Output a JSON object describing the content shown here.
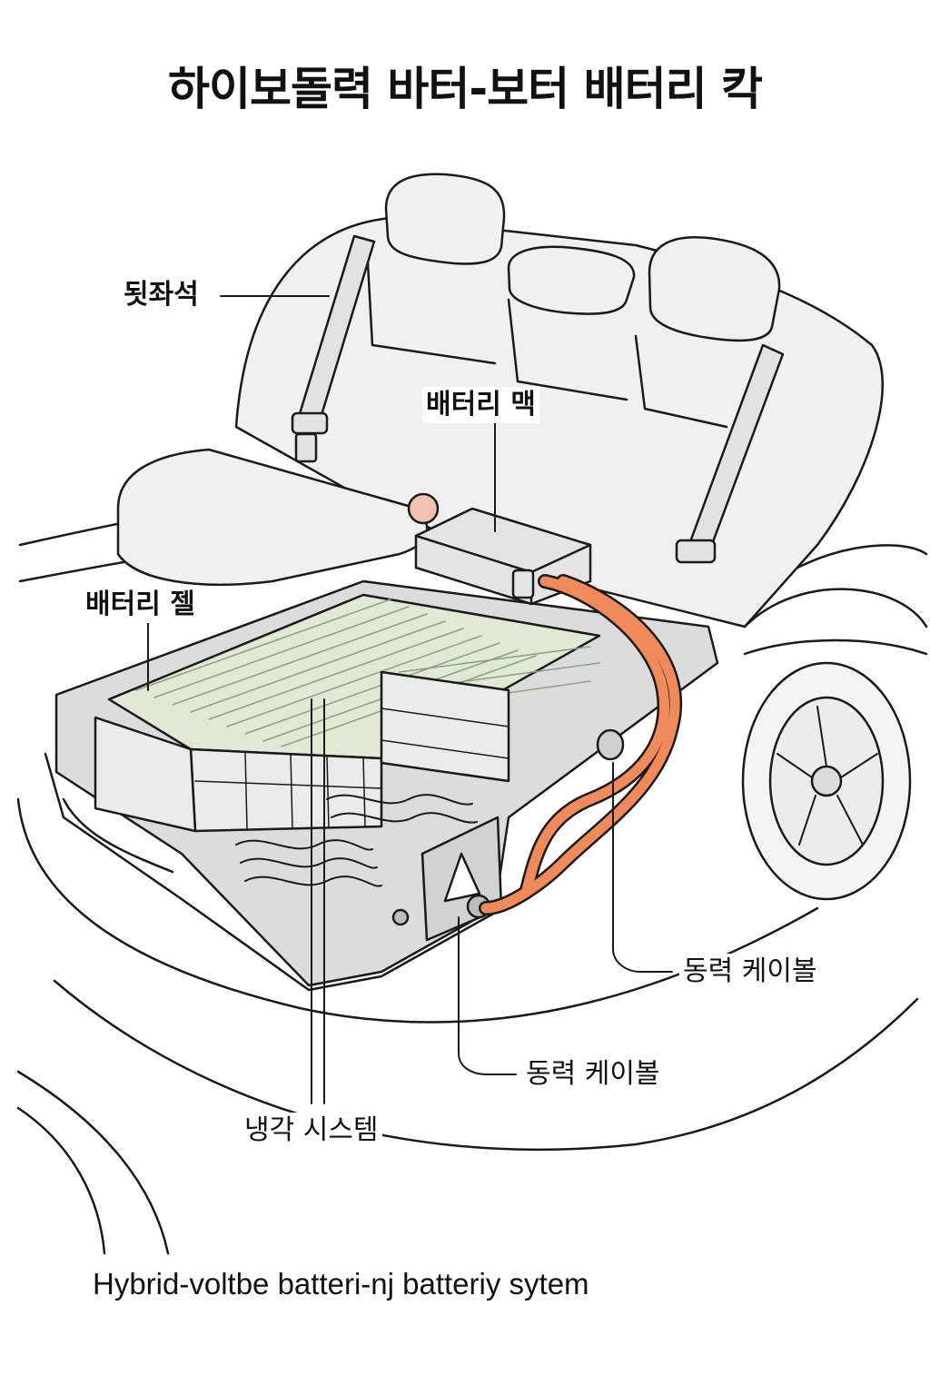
{
  "title": "하이보돌력 바터-보터 배터리 칵",
  "labels": {
    "rear_seat": "됫좌석",
    "battery_pack": "배터리 맥",
    "battery_cell": "배터리 젤",
    "power_cable_right": "동력 케이볼",
    "power_cable_center": "동력 케이볼",
    "cooling_system": "냉각 시스템"
  },
  "caption": "Hybrid-voltbe batteri-nj batteriy sytem",
  "colors": {
    "outline": "#1a1a1a",
    "seat_fill": "#f0f0f0",
    "case_fill": "#dcdcdc",
    "cell_fill": "#dfe9d3",
    "cable": "#f08a5a",
    "background": "#ffffff"
  }
}
